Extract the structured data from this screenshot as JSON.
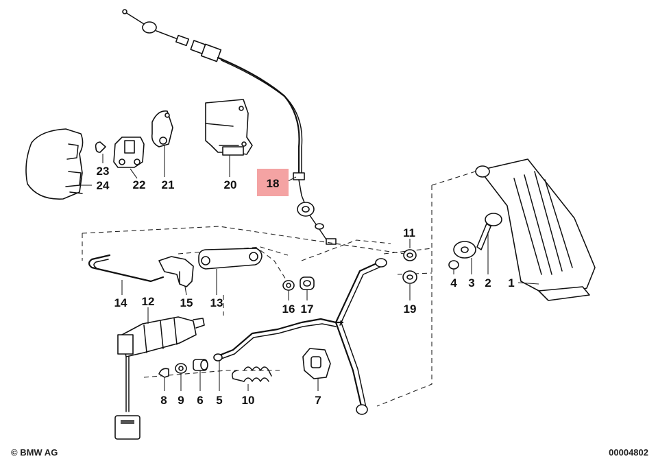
{
  "callouts": {
    "c1": "1",
    "c2": "2",
    "c3": "3",
    "c4": "4",
    "c5": "5",
    "c6": "6",
    "c7": "7",
    "c8": "8",
    "c9": "9",
    "c10": "10",
    "c11": "11",
    "c12": "12",
    "c13": "13",
    "c14": "14",
    "c15": "15",
    "c16": "16",
    "c17": "17",
    "c18": "18",
    "c19": "19",
    "c20": "20",
    "c21": "21",
    "c22": "22",
    "c23": "23",
    "c24": "24"
  },
  "highlighted_callout": "18",
  "highlight_color": "#f4a3a3",
  "footer": {
    "copyright": "© BMW AG",
    "drawing_number": "00004802"
  }
}
